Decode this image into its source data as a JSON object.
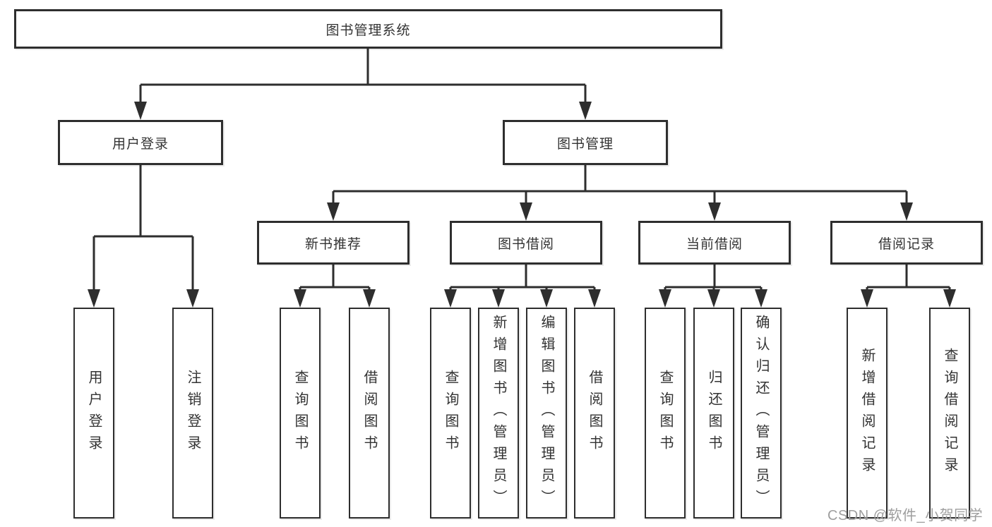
{
  "tree": {
    "root": "图书管理系统",
    "branches": [
      {
        "label": "用户登录",
        "children": [
          "用户登录",
          "注销登录"
        ]
      },
      {
        "label": "图书管理",
        "groups": [
          {
            "label": "新书推荐",
            "children": [
              "查询图书",
              "借阅图书"
            ]
          },
          {
            "label": "图书借阅",
            "children": [
              "查询图书",
              "新增图书（管理员）",
              "编辑图书（管理员）",
              "借阅图书"
            ]
          },
          {
            "label": "当前借阅",
            "children": [
              "查询图书",
              "归还图书",
              "确认归还（管理员）"
            ]
          },
          {
            "label": "借阅记录",
            "children": [
              "新增借阅记录",
              "查询借阅记录"
            ]
          }
        ]
      }
    ]
  },
  "watermark": "CSDN @软件_小贺同学",
  "colors": {
    "line": "#2e2e2e",
    "text": "#333333",
    "watermark": "#9e9e9e",
    "box-bg": "#ffffff"
  }
}
